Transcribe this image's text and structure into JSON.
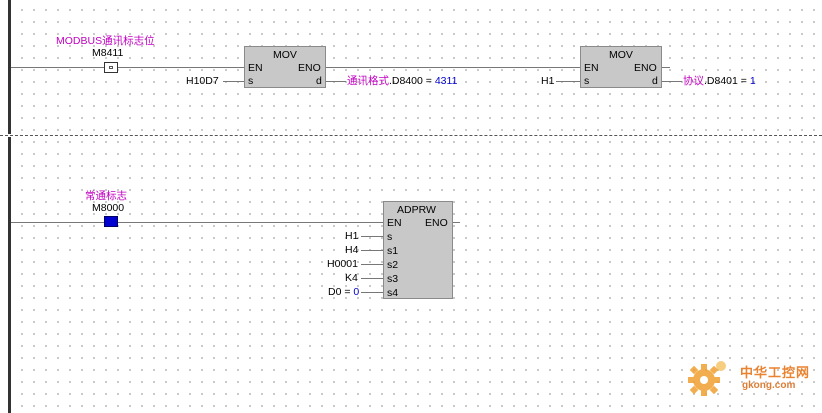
{
  "rung1": {
    "contact": {
      "comment": "MODBUS通讯标志位",
      "address": "M8411",
      "state": "off"
    },
    "mov1": {
      "title": "MOV",
      "en": "EN",
      "eno": "ENO",
      "s_pin": "s",
      "d_pin": "d",
      "s_value": "H10D7",
      "d_comment": "通讯格式",
      "d_operand": ".D8400 = ",
      "d_value": "4311"
    },
    "mov2": {
      "title": "MOV",
      "en": "EN",
      "eno": "ENO",
      "s_pin": "s",
      "d_pin": "d",
      "s_value": "H1",
      "d_comment": "协议",
      "d_operand": ".D8401 = ",
      "d_value": "1"
    }
  },
  "rung2": {
    "contact": {
      "comment": "常通标志",
      "address": "M8000",
      "state": "on"
    },
    "adprw": {
      "title": "ADPRW",
      "en": "EN",
      "eno": "ENO",
      "pins": [
        {
          "pin": "s",
          "value": "H1"
        },
        {
          "pin": "s1",
          "value": "H4"
        },
        {
          "pin": "s2",
          "value": "H0001"
        },
        {
          "pin": "s3",
          "value": "K4"
        },
        {
          "pin": "s4",
          "value": "D0 = ",
          "live": "0"
        }
      ]
    }
  },
  "watermark": {
    "cn": "中华工控网",
    "url": "gkong.com"
  },
  "colors": {
    "comment": "#c000c0",
    "live_value": "#0000cc",
    "contact_on": "#0000d0",
    "block_fill": "#c8c8c8"
  }
}
